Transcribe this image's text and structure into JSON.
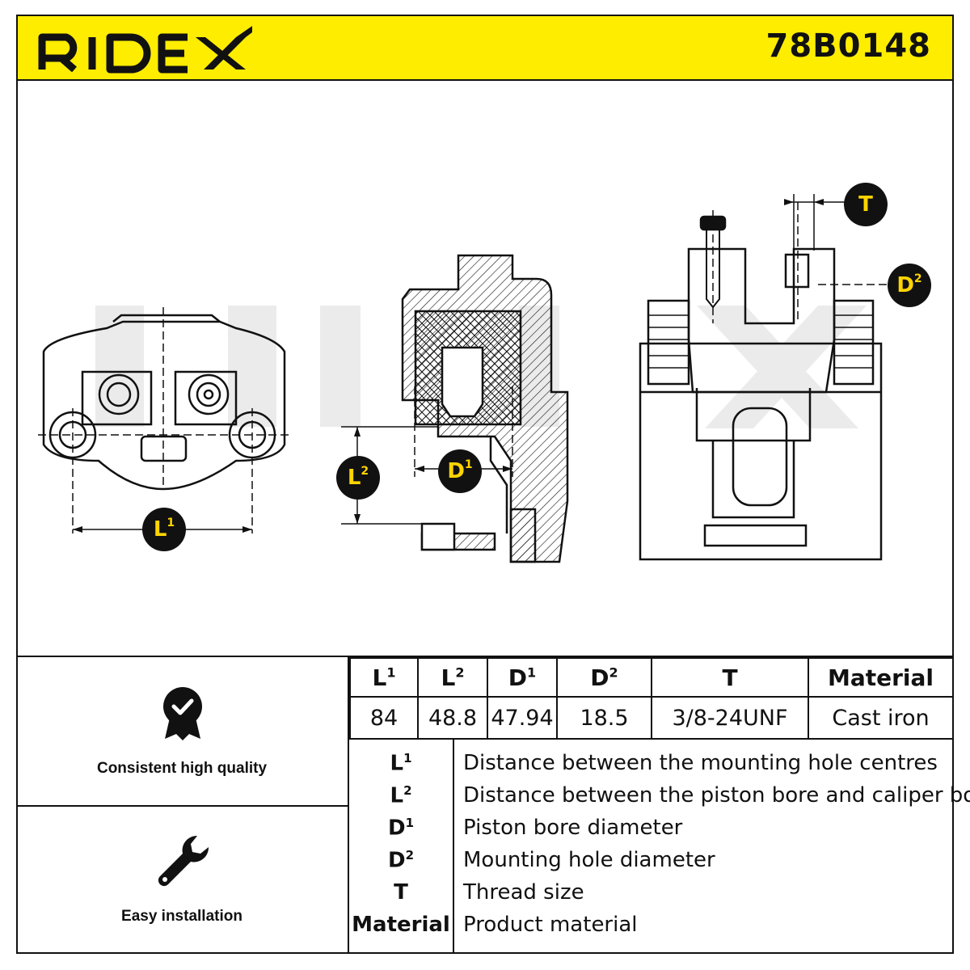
{
  "header": {
    "brand": "RIDEX",
    "part_number": "78B0148",
    "accent_color": "#ffed00"
  },
  "drawing": {
    "badges": {
      "l1": {
        "base": "L",
        "sup": "1"
      },
      "l2": {
        "base": "L",
        "sup": "2"
      },
      "d1": {
        "base": "D",
        "sup": "1"
      },
      "d2": {
        "base": "D",
        "sup": "2"
      },
      "t": {
        "base": "T",
        "sup": ""
      }
    },
    "watermark": "RIDEX"
  },
  "features": [
    {
      "label": "Consistent high quality",
      "icon": "quality-medal-icon"
    },
    {
      "label": "Easy installation",
      "icon": "wrench-icon"
    }
  ],
  "specs": {
    "headers": [
      {
        "base": "L",
        "sup": "1"
      },
      {
        "base": "L",
        "sup": "2"
      },
      {
        "base": "D",
        "sup": "1"
      },
      {
        "base": "D",
        "sup": "2"
      },
      {
        "base": "T",
        "sup": ""
      },
      {
        "base": "Material",
        "sup": ""
      }
    ],
    "values": [
      "84",
      "48.8",
      "47.94",
      "18.5",
      "3/8-24UNF",
      "Cast iron"
    ]
  },
  "legend": [
    {
      "key": "L",
      "sup": "1",
      "desc": "Distance between the mounting hole centres"
    },
    {
      "key": "L",
      "sup": "2",
      "desc": "Distance between the piston bore and caliper body"
    },
    {
      "key": "D",
      "sup": "1",
      "desc": "Piston bore diameter"
    },
    {
      "key": "D",
      "sup": "2",
      "desc": "Mounting hole diameter"
    },
    {
      "key": "T",
      "sup": "",
      "desc": "Thread size"
    },
    {
      "key": "Material",
      "sup": "",
      "desc": "Product material"
    }
  ]
}
